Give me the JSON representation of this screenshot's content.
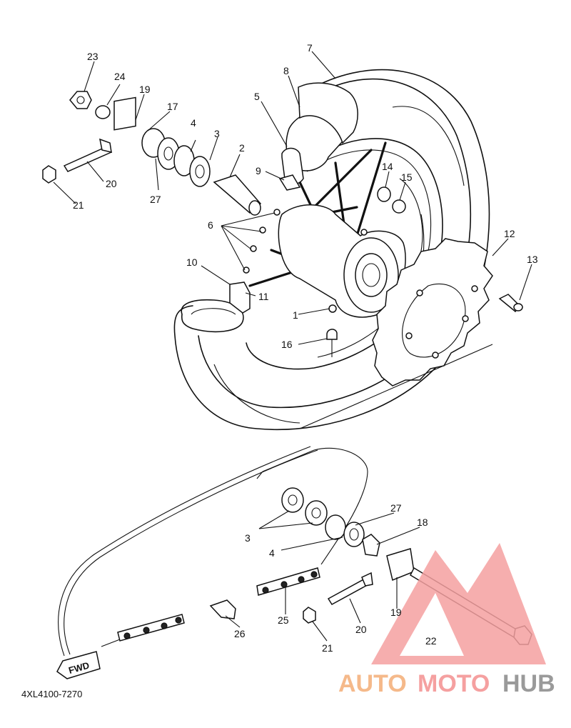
{
  "diagram_code": "4XL4100-7270",
  "fwd_label": "FWD",
  "watermark": {
    "auto": "AUTO",
    "moto": "MOTO",
    "hub": "HUB",
    "color_auto": "#f5b98a",
    "color_moto": "#f5a0a0",
    "color_hub": "#9a9a9a"
  },
  "labels": {
    "p1": "1",
    "p2": "2",
    "p3a": "3",
    "p4a": "4",
    "p5": "5",
    "p6": "6",
    "p7": "7",
    "p8": "8",
    "p9": "9",
    "p10": "10",
    "p11": "11",
    "p12": "12",
    "p13": "13",
    "p14": "14",
    "p15": "15",
    "p16": "16",
    "p17": "17",
    "p19a": "19",
    "p20a": "20",
    "p21a": "21",
    "p23": "23",
    "p24": "24",
    "p27a": "27",
    "p3b": "3",
    "p4b": "4",
    "p18": "18",
    "p19b": "19",
    "p20b": "20",
    "p21b": "21",
    "p22": "22",
    "p25": "25",
    "p26": "26",
    "p27b": "27"
  }
}
